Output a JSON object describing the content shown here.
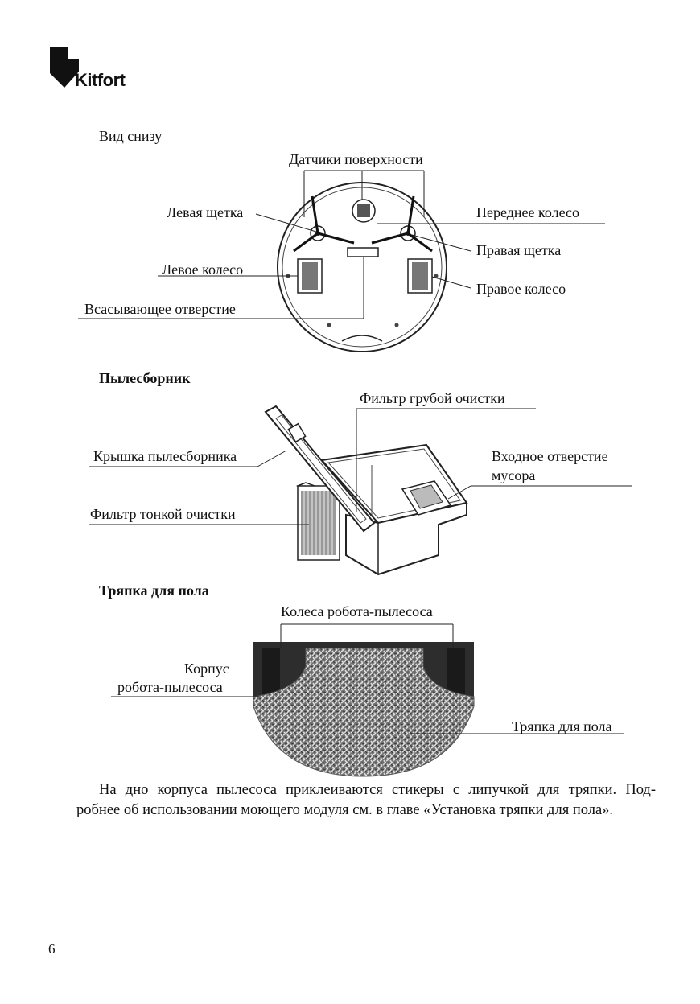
{
  "brand": {
    "name": "Kitfort"
  },
  "sections": {
    "bottom_view": {
      "title": "Вид снизу",
      "labels": {
        "surface_sensors": "Датчики поверхности",
        "left_brush": "Левая щетка",
        "front_wheel": "Переднее колесо",
        "right_brush": "Правая щетка",
        "left_wheel": "Левое колесо",
        "right_wheel": "Правое колесо",
        "suction_opening": "Всасывающее отверстие"
      }
    },
    "dust_bin": {
      "title": "Пылесборник",
      "labels": {
        "coarse_filter": "Фильтр грубой очистки",
        "bin_lid": "Крышка пылесборника",
        "debris_inlet_line1": "Входное отверстие",
        "debris_inlet_line2": "мусора",
        "fine_filter": "Фильтр тонкой очистки"
      }
    },
    "mop_cloth": {
      "title": "Тряпка для пола",
      "labels": {
        "robot_wheels": "Колеса робота-пылесоса",
        "body_line1": "Корпус",
        "body_line2": "робота-пылесоса",
        "mop_cloth": "Тряпка для пола"
      }
    }
  },
  "paragraph": {
    "line1": "На дно корпуса пылесоса приклеиваются стикеры с липучкой для тряпки. Под-",
    "line2": "робнее об использовании моющего модуля см. в главе «Установка тряпки для пола»."
  },
  "page_number": "6"
}
